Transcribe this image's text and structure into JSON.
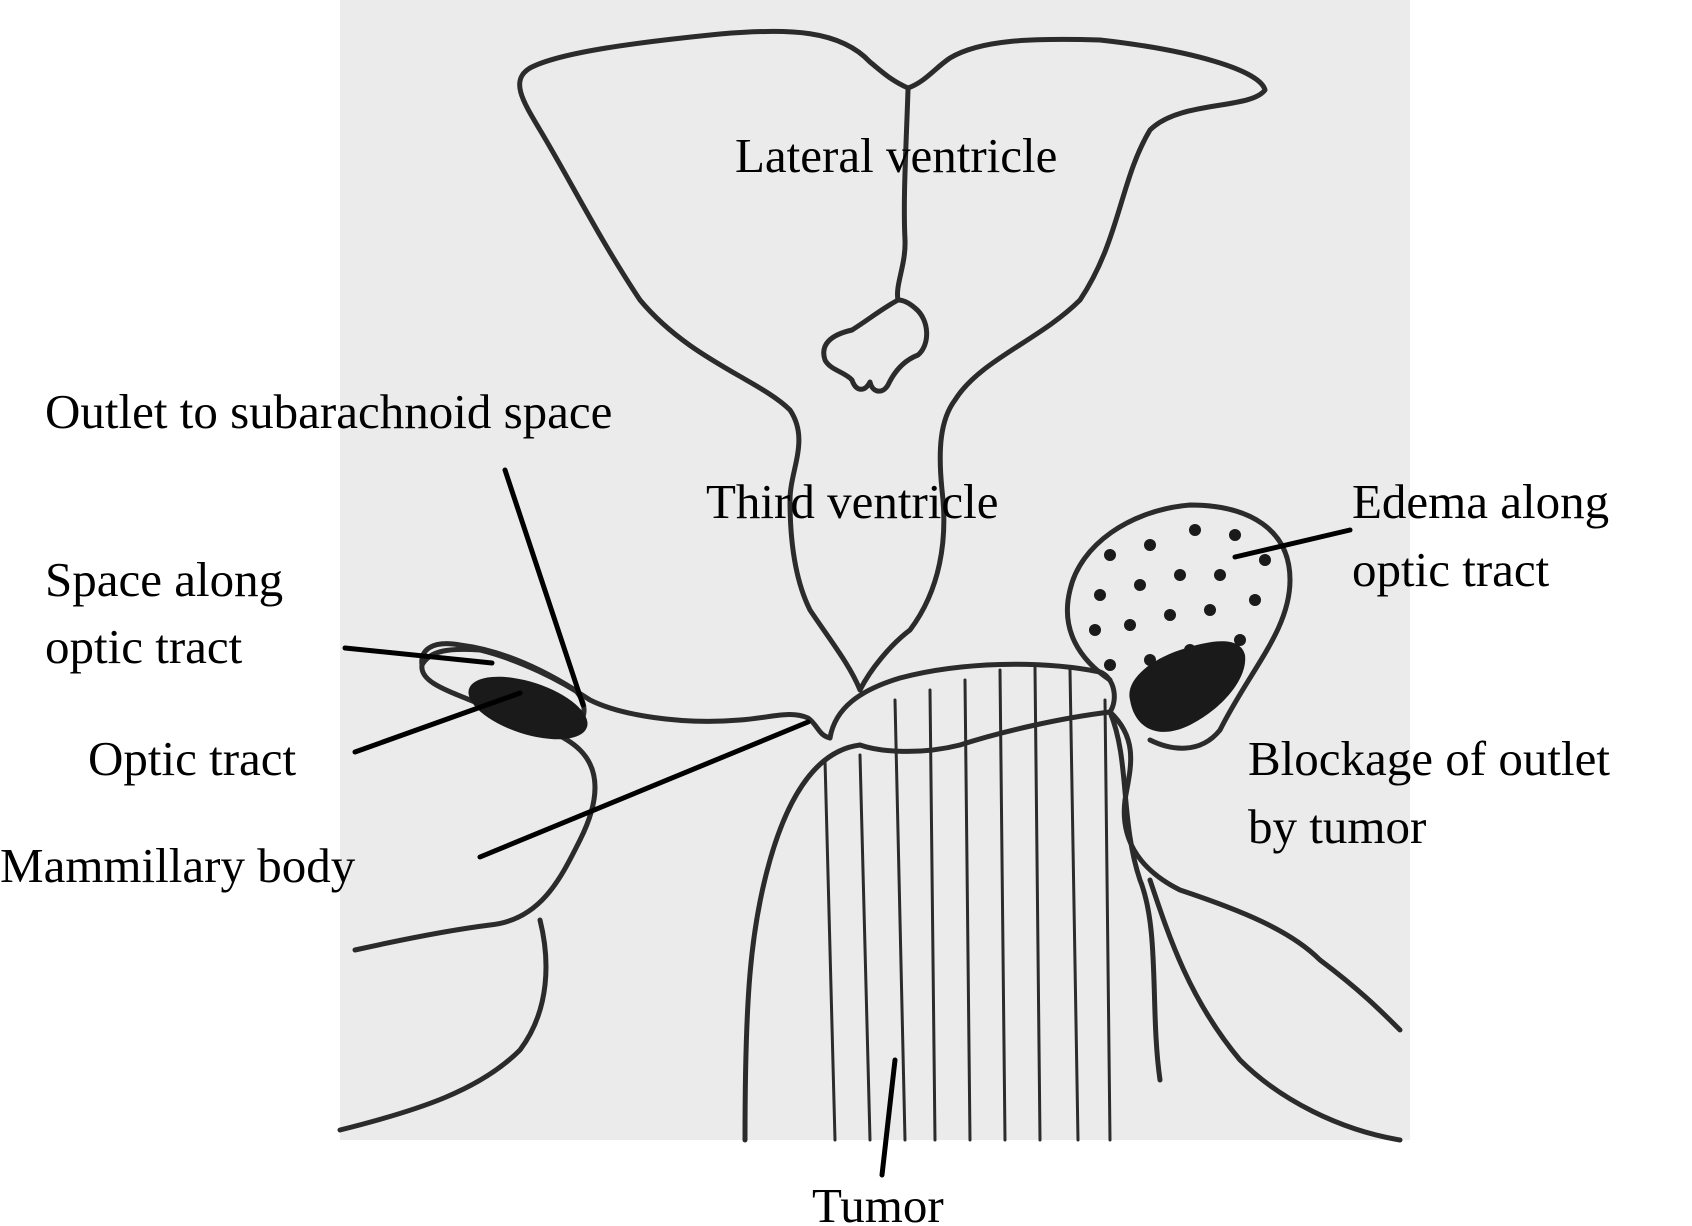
{
  "labels": {
    "lateral_ventricle": "Lateral ventricle",
    "outlet": "Outlet to subarachnoid space",
    "third_ventricle": "Third ventricle",
    "space_line1": "Space along",
    "space_line2": "optic tract",
    "edema_line1": "Edema along",
    "edema_line2": "optic tract",
    "optic_tract": "Optic tract",
    "mammillary_body": "Mammillary body",
    "blockage_line1": "Blockage of outlet",
    "blockage_line2": "by tumor",
    "tumor": "Tumor"
  },
  "colors": {
    "panel": "#ebebeb",
    "ink": "#2b2b2b",
    "fill_dark": "#1a1a1a"
  }
}
